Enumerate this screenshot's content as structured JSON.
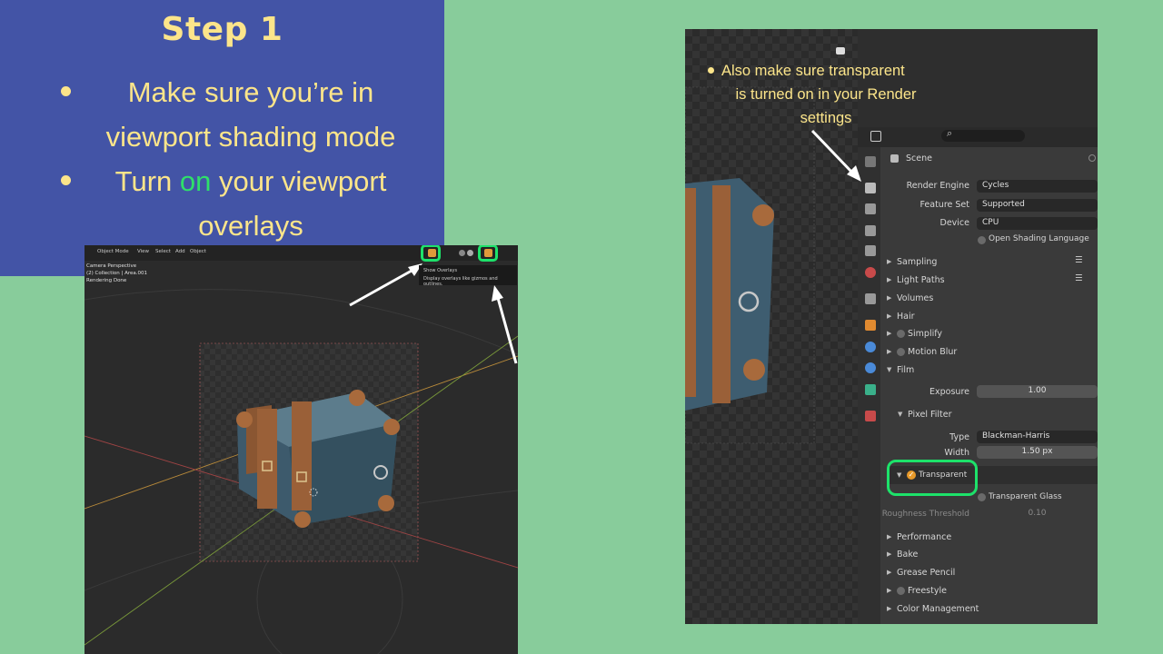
{
  "card": {
    "title": "Step 1",
    "bullet1_line1": "Make sure you’re in",
    "bullet1_line2": "viewport shading mode",
    "bullet2_pre": "Turn ",
    "bullet2_on": "on",
    "bullet2_post": " your viewport",
    "bullet2_line2": "overlays"
  },
  "viewport": {
    "mode": "Object Mode",
    "menu": [
      "View",
      "Select",
      "Add",
      "Object"
    ],
    "info": [
      "Camera Perspective",
      "(2) Collection | Area.001",
      "Rendering Done"
    ],
    "tooltip_title": "Show Overlays",
    "tooltip_desc": "Display overlays like gizmos and outlines."
  },
  "note": {
    "line1": "Also make sure transparent",
    "line2": "is turned on in your Render",
    "line3": "settings"
  },
  "props": {
    "scene_label": "Scene",
    "render_engine_label": "Render Engine",
    "render_engine_value": "Cycles",
    "feature_set_label": "Feature Set",
    "feature_set_value": "Supported",
    "device_label": "Device",
    "device_value": "CPU",
    "osl_label": "Open Shading Language",
    "panels_top": [
      "Sampling",
      "Light Paths",
      "Volumes",
      "Hair",
      "Simplify",
      "Motion Blur",
      "Film"
    ],
    "exposure_label": "Exposure",
    "exposure_value": "1.00",
    "pixel_filter_label": "Pixel Filter",
    "type_label": "Type",
    "type_value": "Blackman-Harris",
    "width_label": "Width",
    "width_value": "1.50 px",
    "transparent_label": "Transparent",
    "transparent_glass_label": "Transparent Glass",
    "roughness_label": "Roughness Threshold",
    "roughness_value": "0.10",
    "panels_bottom": [
      "Performance",
      "Bake",
      "Grease Pencil",
      "Freestyle",
      "Color Management"
    ]
  },
  "colors": {
    "accent_green": "#1de26a",
    "card_blue": "#4354a6",
    "text_yellow": "#fce58a",
    "background_green": "#88cc9b"
  }
}
